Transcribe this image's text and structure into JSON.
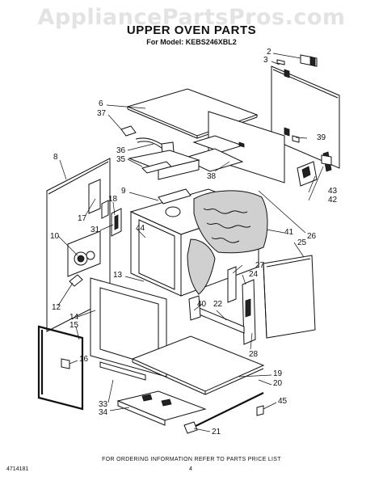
{
  "watermark": "AppliancePartsPros.com",
  "title": "UPPER OVEN PARTS",
  "subtitle": "For Model: KEBS246XBL2",
  "callouts": {
    "c1": "2",
    "c2": "3",
    "c3": "6",
    "c4": "37",
    "c5": "39",
    "c6": "36",
    "c7": "35",
    "c8": "8",
    "c9": "38",
    "c10": "9",
    "c11": "18",
    "c12": "43",
    "c13": "42",
    "c14": "17",
    "c15": "31",
    "c16": "26",
    "c17": "41",
    "c18": "25",
    "c19": "10",
    "c20": "44",
    "c21": "13",
    "c22": "27",
    "c23": "24",
    "c24": "12",
    "c25": "40",
    "c26": "22",
    "c27": "14",
    "c28": "15",
    "c29": "28",
    "c30": "16",
    "c31": "19",
    "c32": "20",
    "c33": "45",
    "c34": "33",
    "c35": "34",
    "c36": "21"
  },
  "footer": "FOR ORDERING INFORMATION REFER TO PARTS PRICE LIST",
  "doc_number": "4714181",
  "page_number": "4"
}
